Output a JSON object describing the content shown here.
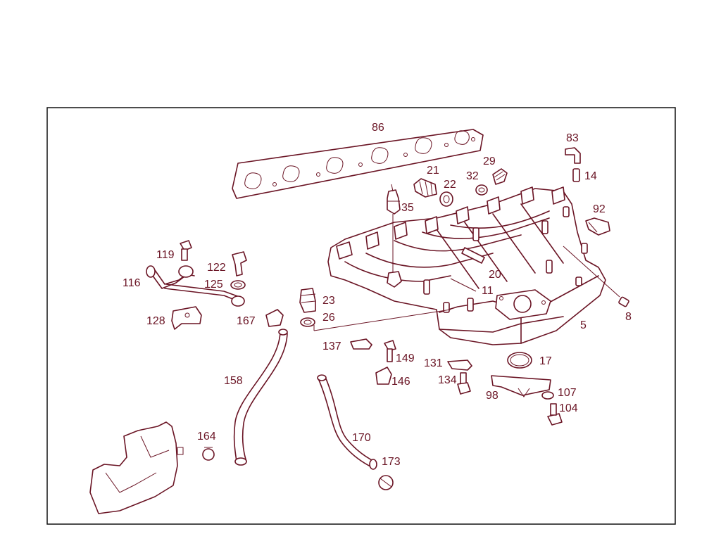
{
  "accent_color": "#6a1424",
  "callouts": {
    "c86": "86",
    "c83": "83",
    "c14": "14",
    "c29": "29",
    "c21": "21",
    "c32": "32",
    "c22": "22",
    "c35": "35",
    "c92": "92",
    "c119": "119",
    "c122": "122",
    "c116": "116",
    "c125": "125",
    "c20": "20",
    "c23": "23",
    "c11": "11",
    "c128": "128",
    "c167": "167",
    "c26": "26",
    "c8": "8",
    "c5": "5",
    "c137": "137",
    "c149": "149",
    "c131": "131",
    "c17": "17",
    "c158": "158",
    "c146": "146",
    "c134": "134",
    "c98": "98",
    "c107": "107",
    "c104": "104",
    "c164": "164",
    "c170": "170",
    "c173": "173"
  }
}
